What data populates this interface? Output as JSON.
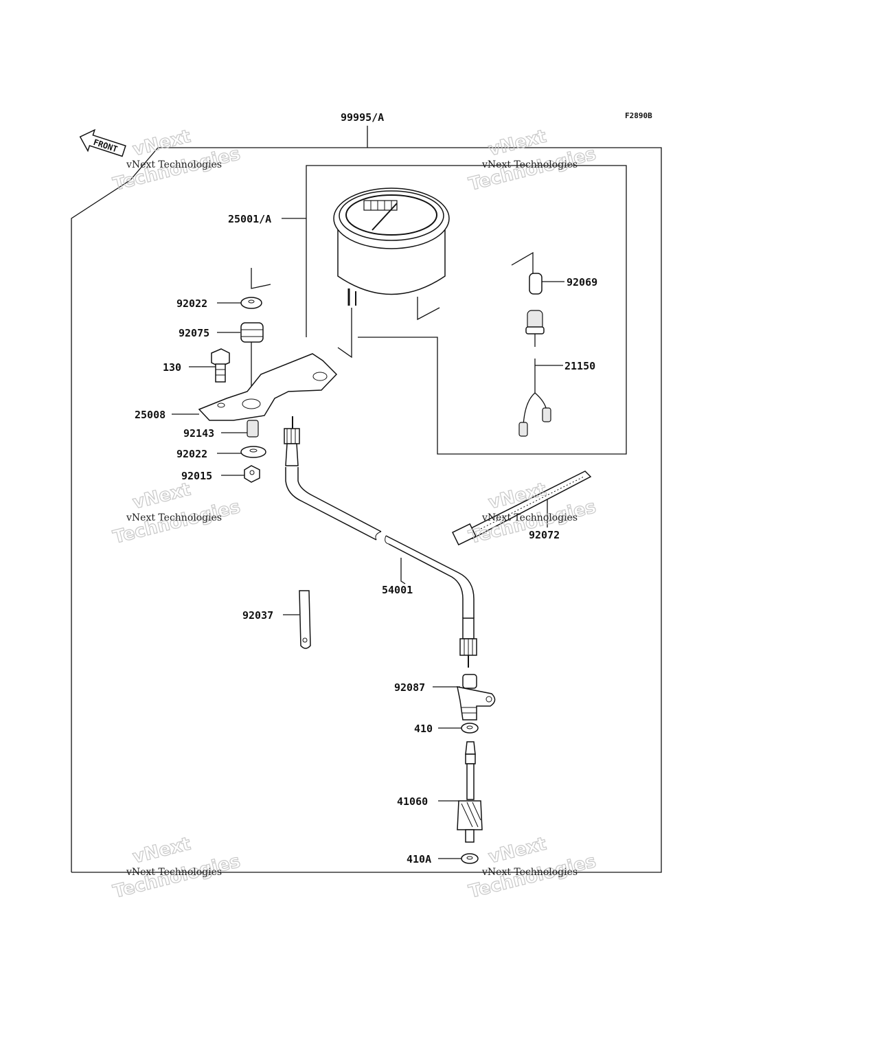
{
  "figure_code": "F2890B",
  "front_label": "FRONT",
  "assembly_label": "99995/A",
  "parts": {
    "p25001": "25001/A",
    "p92069": "92069",
    "p92022a": "92022",
    "p92075": "92075",
    "p130": "130",
    "p21150": "21150",
    "p25008": "25008",
    "p92143": "92143",
    "p92022b": "92022",
    "p92015": "92015",
    "p92072": "92072",
    "p54001": "54001",
    "p92037": "92037",
    "p92087": "92087",
    "p410": "410",
    "p41060": "41060",
    "p410A": "410A"
  },
  "watermark": {
    "line1": "vNext Technologies",
    "line2": "vNext",
    "line3": "Technologies"
  }
}
